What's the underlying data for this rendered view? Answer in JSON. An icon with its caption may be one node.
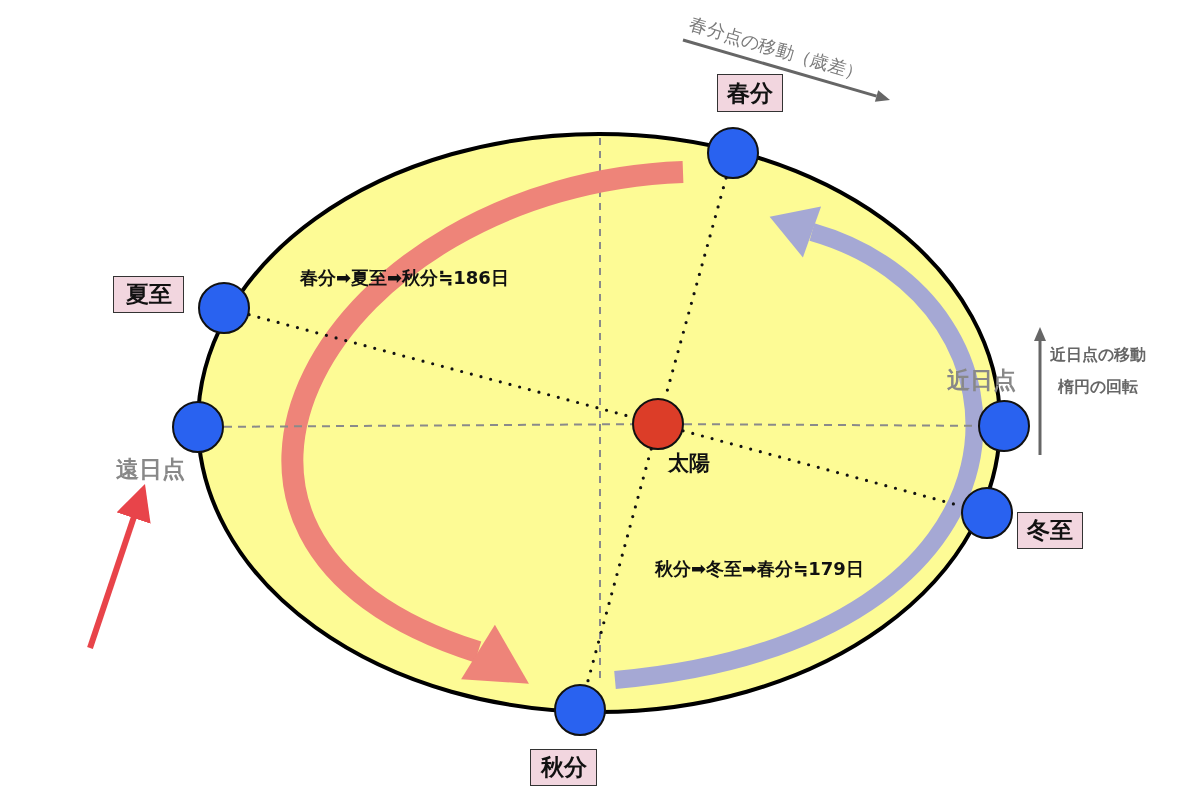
{
  "diagram": {
    "nodes": [
      {
        "text": [
          "春分"
        ]
      },
      {
        "text": [],
        "shape": "circle"
      },
      {
        "text": [],
        "shape": "ellipse"
      },
      {
        "text": [
          "夏至"
        ]
      },
      {
        "text": [],
        "shape": "circle"
      },
      {
        "text": [],
        "shape": "circle"
      },
      {
        "text": [
          "遠日点"
        ]
      },
      {
        "text": [],
        "shape": "circle"
      },
      {
        "text": [],
        "shape": "circle",
        "in": 2,
        "beside": [
          "太陽"
        ]
      },
      {
        "text": [],
        "shape": "circle"
      },
      {
        "text": [
          "冬至"
        ]
      },
      {
        "text": [],
        "shape": "circle"
      },
      {
        "text": [
          "秋分"
        ]
      }
    ],
    "edges": [
      {
        "from": 1,
        "to": 8,
        "arrow": "none",
        "style": "dashed"
      },
      {
        "from": 8,
        "to": 11,
        "arrow": "none",
        "style": "dashed"
      },
      {
        "from": 4,
        "to": 8,
        "arrow": "none",
        "style": "dashed"
      },
      {
        "from": 8,
        "to": 9,
        "arrow": "none",
        "style": "dashed"
      },
      {
        "from": 5,
        "to": 8,
        "arrow": "none",
        "style": "dashed",
        "color": "#8a8a8a"
      },
      {
        "from": 8,
        "to": 7,
        "arrow": "none",
        "style": "dashed",
        "color": "#8a8a8a"
      },
      {
        "from": null,
        "to": 6,
        "arrow": "to",
        "style": "thick",
        "color": "#e8444a"
      }
    ],
    "labels": [
      "春分点の移動（歳差）",
      "春分➡夏至➡秋分≒186日",
      "近日点の移動",
      "楕円の回転",
      "近日点",
      "秋分➡冬至➡春分≒179日"
    ]
  }
}
